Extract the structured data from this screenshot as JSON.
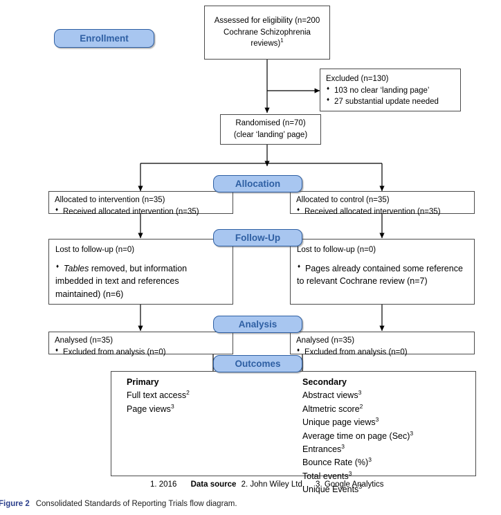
{
  "figure": {
    "number_label": "Figure 2",
    "caption": "Consolidated Standards of Reporting Trials flow diagram."
  },
  "colors": {
    "pill_fill": "#a8c6f0",
    "pill_border": "#2e5fa3",
    "pill_text": "#2e5fa3",
    "box_border": "#4a4a4a",
    "caption_accent": "#2b3f8c"
  },
  "stages": {
    "enrollment": "Enrollment",
    "allocation": "Allocation",
    "followup": "Follow-Up",
    "analysis": "Analysis",
    "outcomes": "Outcomes"
  },
  "boxes": {
    "assessed": {
      "line1": "Assessed for eligibility (n=200",
      "line2": "Cochrane Schizophrenia",
      "line3": "reviews)",
      "line3_sup": "1"
    },
    "excluded": {
      "title": "Excluded (n=130)",
      "items": [
        "103 no clear ‘landing page’",
        "27 substantial update needed"
      ]
    },
    "randomised": {
      "line1": "Randomised (n=70)",
      "line2": "(clear ‘landing’ page)"
    },
    "alloc_left": {
      "title": "Allocated to intervention (n=35)",
      "items": [
        "Received allocated intervention (n=35)"
      ]
    },
    "alloc_right": {
      "title": "Allocated to control (n=35)",
      "items": [
        "Received allocated intervention (n=35)"
      ]
    },
    "followup_left": {
      "title": "Lost to follow-up (n=0)",
      "body_italic": "Tables",
      "body_rest_1": " removed, but information",
      "body_rest_2": "imbedded in text and references",
      "body_rest_3": "maintained) (n=6)"
    },
    "followup_right": {
      "title": "Lost to follow-up (n=0)",
      "body_1": "Pages already contained some reference",
      "body_2": "to relevant Cochrane review (n=7)"
    },
    "analysis_left": {
      "title": "Analysed (n=35)",
      "items": [
        "Excluded from analysis (n=0)"
      ]
    },
    "analysis_right": {
      "title": "Analysed (n=35)",
      "items": [
        "Excluded from analysis (n=0)"
      ]
    }
  },
  "outcomes": {
    "primary": {
      "header": "Primary",
      "items": [
        {
          "text": "Full text access",
          "sup": "2"
        },
        {
          "text": "Page views",
          "sup": "3"
        }
      ]
    },
    "secondary": {
      "header": "Secondary",
      "items": [
        {
          "text": "Abstract views",
          "sup": "3"
        },
        {
          "text": "Altmetric score",
          "sup": "2"
        },
        {
          "text": "Unique page views",
          "sup": "3"
        },
        {
          "text": "Average time on page (Sec)",
          "sup": "3"
        },
        {
          "text": "Entrances",
          "sup": "3"
        },
        {
          "text": "Bounce Rate (%)",
          "sup": "3"
        },
        {
          "text": "Total events",
          "sup": "3"
        },
        {
          "text": "Unique Events",
          "sup": "3"
        }
      ]
    }
  },
  "footnote": {
    "item1": "1. 2016",
    "label": "Data source",
    "item2": "2. John Wiley Ltd",
    "item3": "3. Google Analytics"
  }
}
